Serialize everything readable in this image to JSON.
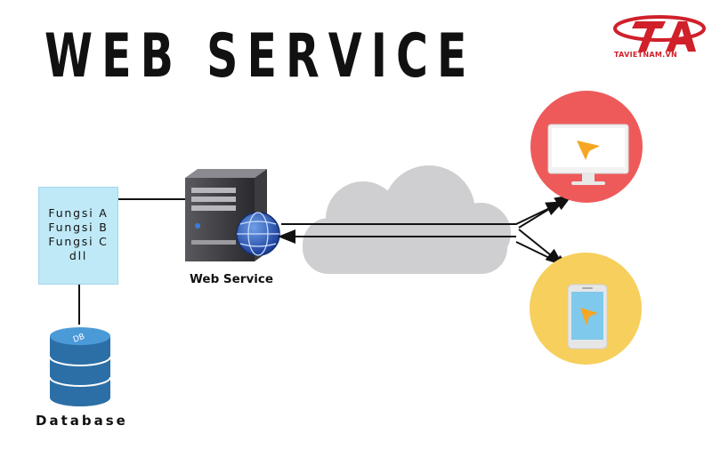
{
  "title": "WEB SERVICE",
  "logo": {
    "text": "TAVIETNAM.VN"
  },
  "function_box": {
    "lines": [
      "Fungsi A",
      "Fungsi B",
      "Fungsi C",
      "dll"
    ]
  },
  "server": {
    "label": "Web Service"
  },
  "database": {
    "label": "Database",
    "icon_text": "DB"
  },
  "colors": {
    "function_box": "#bfe9f7",
    "cloud": "#cfcfd1",
    "desktop_circle": "#ee5a5a",
    "mobile_circle": "#f7cf5c",
    "database": "#2c6fa6",
    "logo": "#d0202a"
  }
}
